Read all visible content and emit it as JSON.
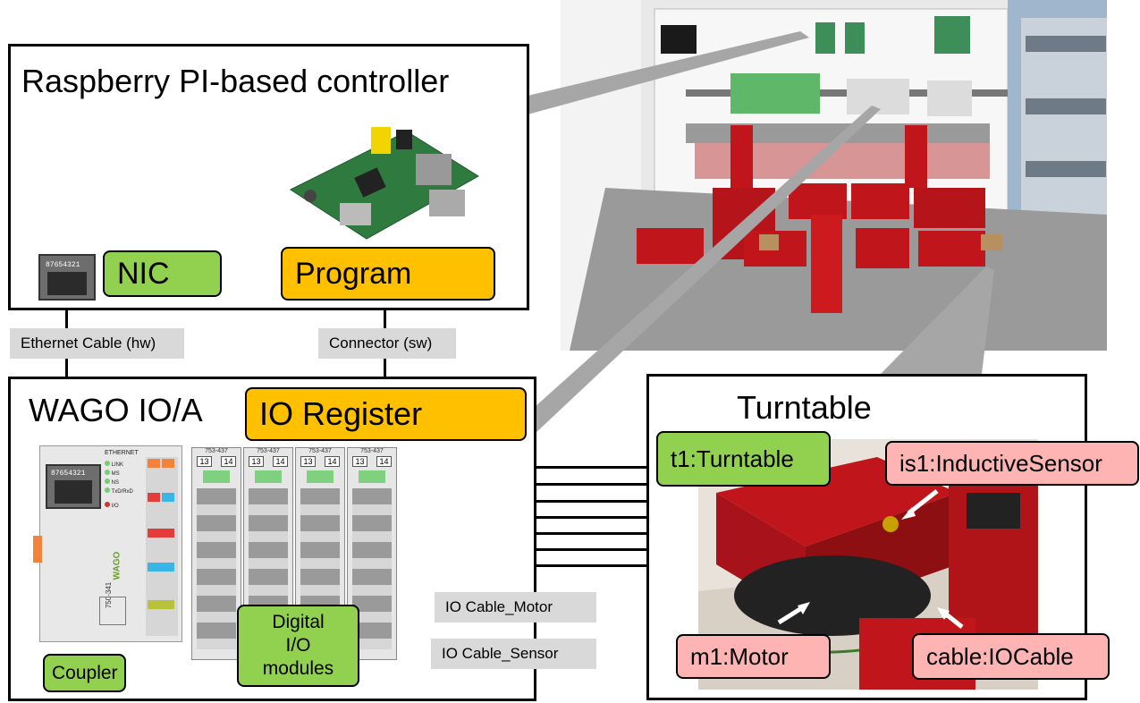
{
  "controller": {
    "title": "Raspberry PI-based controller",
    "nic_label": "NIC",
    "program_label": "Program",
    "rj45_code": "87654321"
  },
  "wago": {
    "title": "WAGO IO/A",
    "register_label": "IO Register",
    "coupler_label": "Coupler",
    "digital_label_lines": [
      "Digital",
      "I/O",
      "modules"
    ],
    "rj45_code": "87654321",
    "model_coupler": "750-341",
    "module_model": "753-437",
    "terminal_left": "13",
    "terminal_right": "14",
    "brand": "WAGO",
    "ethernet_label": "ETHERNET",
    "leds": [
      "LINK",
      "MS",
      "NS",
      "TxD/RxD",
      "I/O"
    ]
  },
  "connections": {
    "ethernet": "Ethernet Cable (hw)",
    "connector": "Connector (sw)",
    "io_motor": "IO Cable_Motor",
    "io_sensor": "IO Cable_Sensor"
  },
  "turntable": {
    "title": "Turntable",
    "t1": "t1:Turntable",
    "is1": "is1:InductiveSensor",
    "m1": "m1:Motor",
    "cable": "cable:IOCable"
  },
  "colors": {
    "green": "#92d050",
    "orange": "#ffc000",
    "pink": "#ffb4b4",
    "label_gray": "#d9d9d9"
  }
}
